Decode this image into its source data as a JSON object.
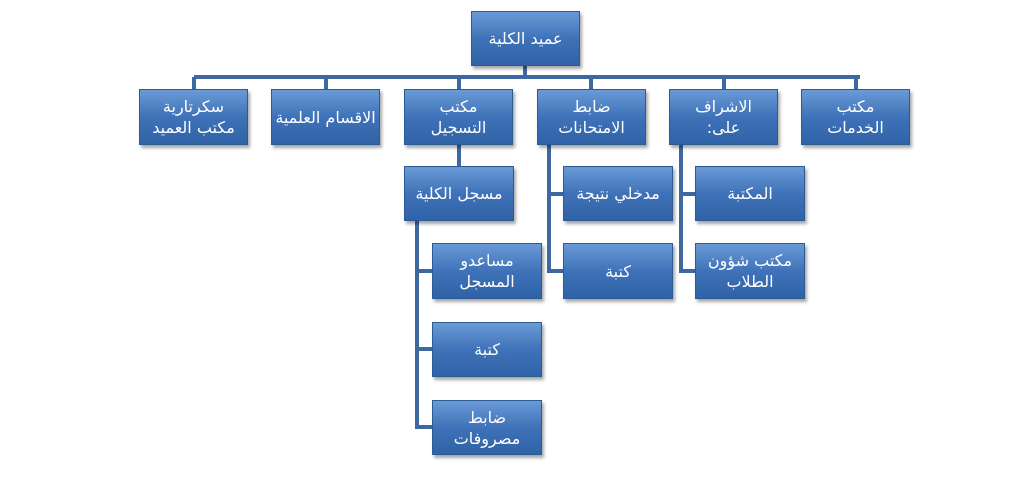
{
  "dean": "عميد الكلية",
  "level1": [
    {
      "label": "سكرتارية\nمكتب العميد"
    },
    {
      "label": "الاقسام العلمية"
    },
    {
      "label": "مكتب\nالتسجيل"
    },
    {
      "label": "ضابط\nالامتحانات"
    },
    {
      "label": "الاشراف\nعلى:"
    },
    {
      "label": "مكتب\nالخدمات"
    }
  ],
  "registration": {
    "registrar": "مسجل الكلية",
    "children": [
      "مساعدو\nالمسجل",
      "كتبة",
      "ضابط\nمصروفات"
    ]
  },
  "exams": {
    "children": [
      "مدخلي نتيجة",
      "كتبة"
    ]
  },
  "supervision": {
    "children": [
      "المكتبة",
      "مكتب شؤون\nالطلاب"
    ]
  }
}
